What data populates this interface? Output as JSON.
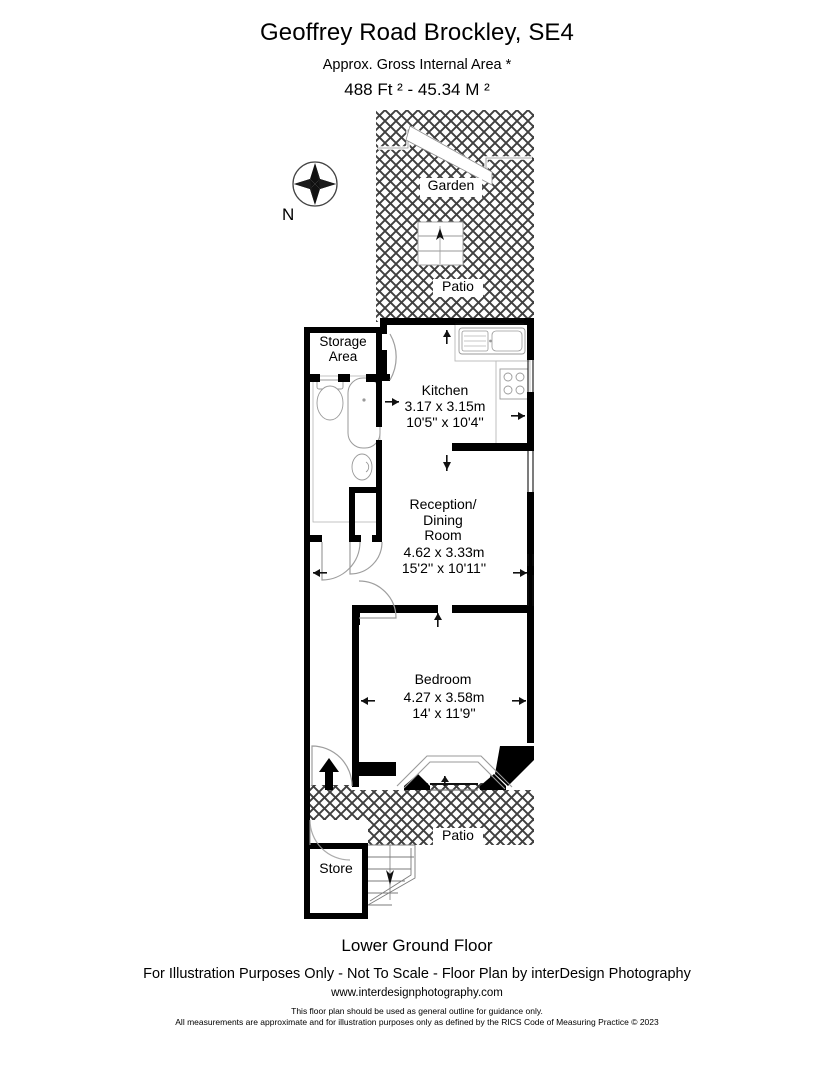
{
  "header": {
    "title": "Geoffrey Road Brockley, SE4",
    "area_caption": "Approx. Gross Internal Area *",
    "area_value": "488 Ft ²  -  45.34 M ²"
  },
  "compass": {
    "north_label": "N",
    "icon": "compass-star-icon"
  },
  "rooms": [
    {
      "id": "garden",
      "label": "Garden",
      "dims_metric": "",
      "dims_imperial": ""
    },
    {
      "id": "patio_top",
      "label": "Patio",
      "dims_metric": "",
      "dims_imperial": ""
    },
    {
      "id": "storage",
      "label": "Storage\nArea",
      "dims_metric": "",
      "dims_imperial": ""
    },
    {
      "id": "kitchen",
      "label": "Kitchen",
      "dims_metric": "3.17 x 3.15m",
      "dims_imperial": "10'5'' x 10'4''"
    },
    {
      "id": "reception",
      "label": "Reception/\nDining\nRoom",
      "dims_metric": "4.62 x 3.33m",
      "dims_imperial": "15'2'' x 10'11''"
    },
    {
      "id": "bedroom",
      "label": "Bedroom",
      "dims_metric": "4.27 x 3.58m",
      "dims_imperial": "14' x 11'9''"
    },
    {
      "id": "patio_bot",
      "label": "Patio",
      "dims_metric": "",
      "dims_imperial": ""
    },
    {
      "id": "store",
      "label": "Store",
      "dims_metric": "",
      "dims_imperial": ""
    }
  ],
  "footer": {
    "floor_name": "Lower Ground Floor",
    "disclaimer": "For Illustration Purposes Only - Not To Scale - Floor Plan by interDesign Photography",
    "website": "www.interdesignphotography.com",
    "fineprint_line1": "This floor plan should be used as general outline for guidance only.",
    "fineprint_line2": "All measurements are approximate and for illustration purposes only as defined by the RICS Code of Measuring Practice © 2023"
  },
  "colors": {
    "wall": "#000000",
    "background": "#ffffff",
    "hatch": "#4a4a4a",
    "fixture_outline": "#9a9a9a",
    "text": "#000000"
  },
  "fixtures": [
    {
      "name": "kitchen-sink-icon"
    },
    {
      "name": "kitchen-hob-icon"
    },
    {
      "name": "toilet-icon"
    },
    {
      "name": "bathtub-icon"
    },
    {
      "name": "washbasin-icon"
    },
    {
      "name": "staircase-garden-icon"
    },
    {
      "name": "staircase-store-icon"
    },
    {
      "name": "entry-arrow-icon"
    }
  ]
}
